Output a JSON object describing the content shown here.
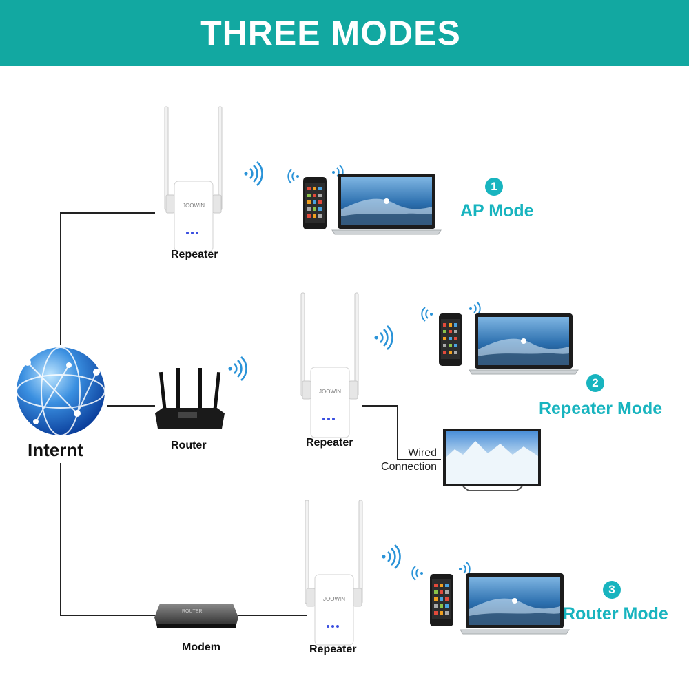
{
  "header": {
    "title": "THREE MODES"
  },
  "nodes": {
    "internet": "Internt",
    "router": "Router",
    "modem": "Modem",
    "repeater_top": "Repeater",
    "repeater_mid": "Repeater",
    "repeater_bottom": "Repeater"
  },
  "brand": "JOOWIN",
  "wired": {
    "line1": "Wired",
    "line2": "Connection"
  },
  "modes": [
    {
      "number": "1",
      "label": "AP Mode"
    },
    {
      "number": "2",
      "label": "Repeater Mode"
    },
    {
      "number": "3",
      "label": "Router Mode"
    }
  ],
  "colors": {
    "header": "#12a8a1",
    "accent": "#18b4bf",
    "wifi": "#2a93d8"
  }
}
